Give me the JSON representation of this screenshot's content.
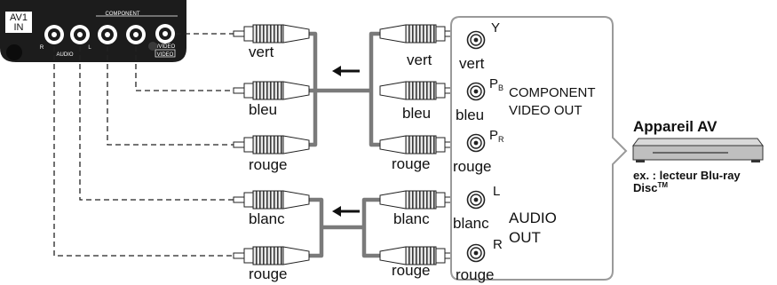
{
  "tv_panel": {
    "input_label_line1": "AV1",
    "input_label_line2": "IN",
    "component_label": "COMPONENT",
    "audio_label": "AUDIO",
    "jack_r": "R",
    "jack_l": "L",
    "y_video_label": "Y/VIDEO",
    "video_label": "VIDEO"
  },
  "cable_colors_video": [
    "vert",
    "bleu",
    "rouge"
  ],
  "cable_colors_audio": [
    "blanc",
    "rouge"
  ],
  "device_panel": {
    "video_jacks": [
      {
        "symbol": "Y",
        "color": "vert"
      },
      {
        "symbol": "P",
        "sub": "B",
        "color": "bleu"
      },
      {
        "symbol": "P",
        "sub": "R",
        "color": "rouge"
      }
    ],
    "audio_jacks": [
      {
        "symbol": "L",
        "color": "blanc"
      },
      {
        "symbol": "R",
        "color": "rouge"
      }
    ],
    "component_out_line1": "COMPONENT",
    "component_out_line2": "VIDEO OUT",
    "audio_out_line1": "AUDIO",
    "audio_out_line2": "OUT"
  },
  "device": {
    "title": "Appareil AV",
    "example_line1": "ex. : lecteur Blu-ray",
    "example_line2": "Disc",
    "trademark": "TM"
  },
  "colors": {
    "cable_gray": "#7a7a7a",
    "panel_dark": "#1c1c1c",
    "plug_white": "#ffffff",
    "outline": "#222222"
  }
}
